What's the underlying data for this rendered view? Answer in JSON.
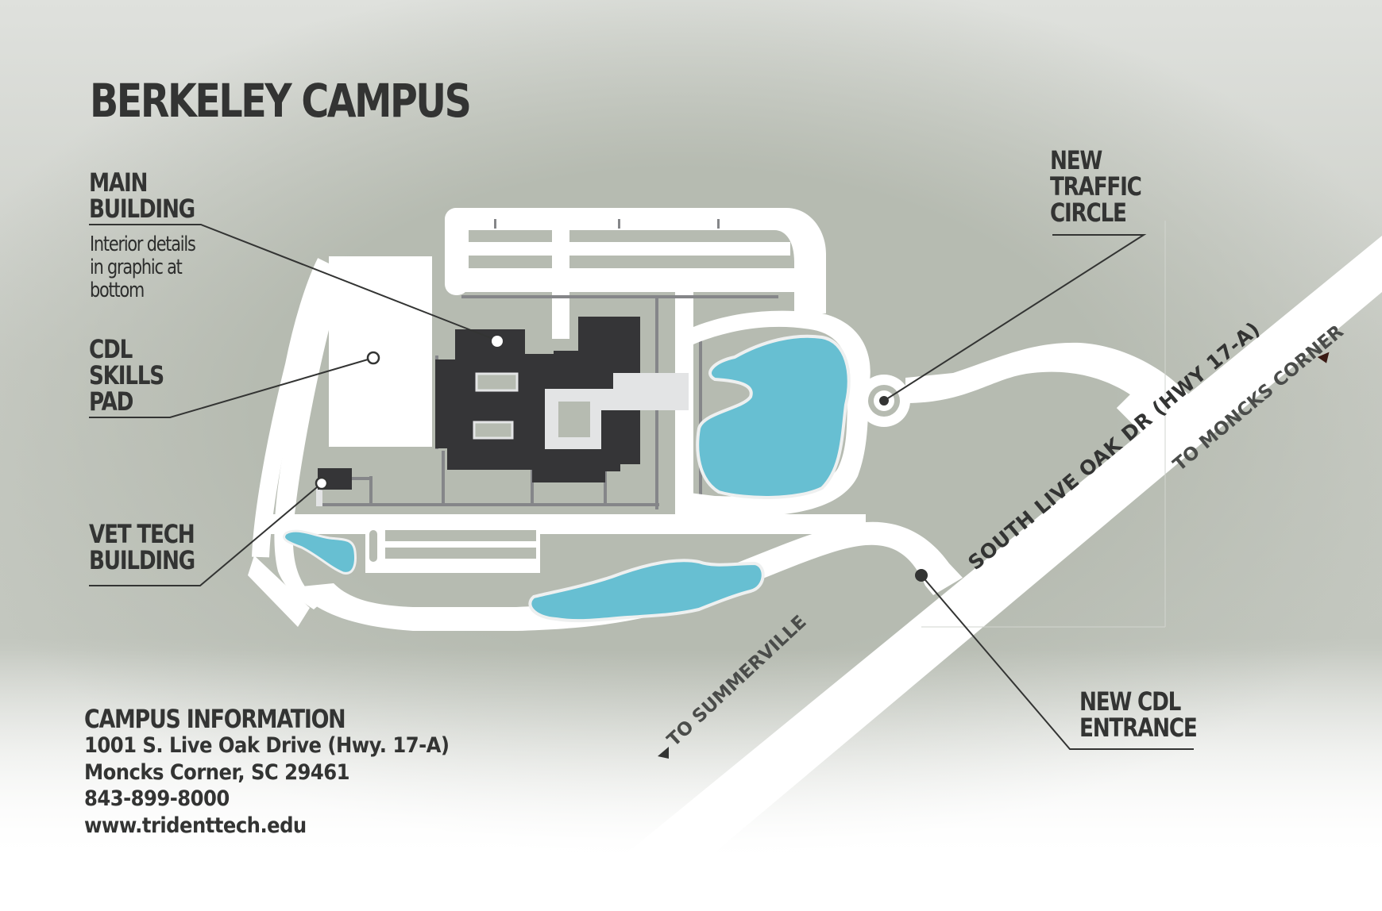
{
  "map": {
    "title": "BERKELEY CAMPUS",
    "colors": {
      "ground": "#b6bbb1",
      "road": "#ffffff",
      "building": "#353537",
      "building_light": "#e3e4e5",
      "walkway": "#858689",
      "water": "#67bfd2",
      "text": "#333433",
      "arrow": "#3a1a14"
    },
    "callouts": {
      "main_building": {
        "line1": "MAIN",
        "line2": "BUILDING",
        "note": [
          "Interior details",
          "in graphic at",
          "bottom"
        ],
        "marker": "hollow-circle"
      },
      "cdl_skills_pad": {
        "line1": "CDL",
        "line2": "SKILLS",
        "line3": "PAD",
        "marker": "hollow-circle"
      },
      "vet_tech_building": {
        "line1": "VET TECH",
        "line2": "BUILDING",
        "marker": "hollow-circle"
      },
      "new_traffic_circle": {
        "line1": "NEW",
        "line2": "TRAFFIC",
        "line3": "CIRCLE",
        "marker": "filled-dot"
      },
      "new_cdl_entrance": {
        "line1": "NEW CDL",
        "line2": "ENTRANCE",
        "marker": "filled-dot"
      }
    },
    "roads": {
      "highway_label": "SOUTH LIVE OAK DR (HWY 17-A)",
      "to_moncks_corner": "TO MONCKS CORNER",
      "to_summerville": "TO SUMMERVILLE",
      "arrow_icon_moncks": "▲",
      "arrow_icon_summerville": "▲"
    },
    "campus_info": {
      "heading": "CAMPUS INFORMATION",
      "address": "1001 S. Live Oak Drive (Hwy. 17-A)",
      "city": "Moncks Corner, SC 29461",
      "phone": "843-899-8000",
      "website": "www.tridenttech.edu"
    }
  }
}
